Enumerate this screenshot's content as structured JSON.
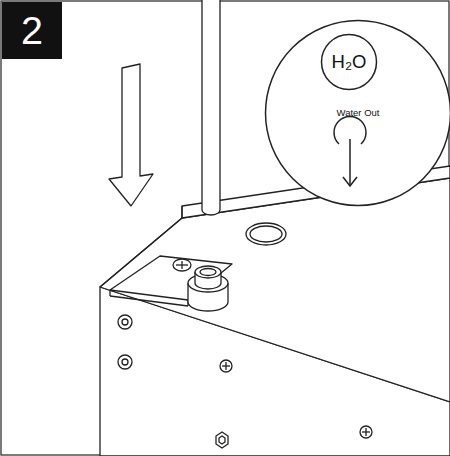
{
  "diagram": {
    "nodes": [
      {
        "text": [
          "2"
        ]
      },
      {
        "text": [
          "Water Out"
        ]
      },
      {
        "text": [
          "H₂O"
        ],
        "in": 1
      }
    ]
  }
}
